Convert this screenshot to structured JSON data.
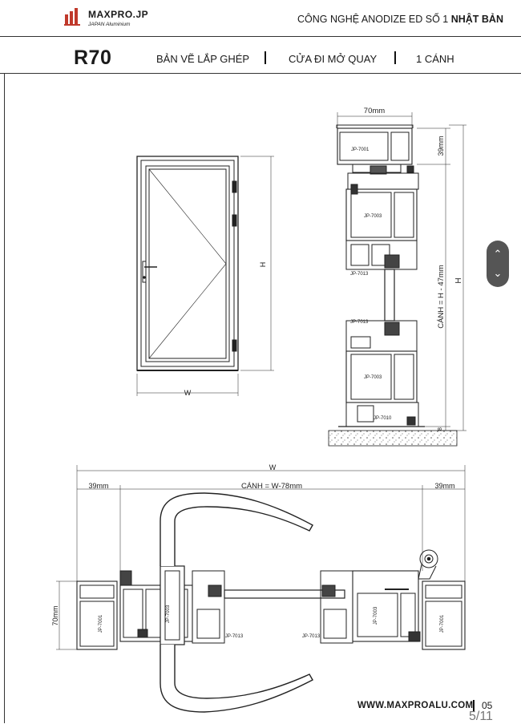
{
  "header": {
    "brand": "MAXPRO.JP",
    "brand_sub": "JAPAN Aluminium",
    "tech_prefix": "CÔNG NGHỆ ANODIZE ED SỐ 1 ",
    "tech_bold": "NHẬT BẢN",
    "model": "R70",
    "crumbs": [
      "BẢN VẼ LẮP GHÉP",
      "CỬA ĐI MỞ QUAY",
      "1 CÁNH"
    ]
  },
  "elevation": {
    "width_label": "W",
    "height_label": "H"
  },
  "vertical_section": {
    "top_dim": "70mm",
    "side_dim": "39mm",
    "leaf_dim": "CÁNH = H - 47mm",
    "height_label": "H",
    "bottom_dim": "8",
    "profiles": [
      "JP-7001",
      "JP-7003",
      "JP-7013",
      "JP-7013",
      "JP-7003",
      "JP-7010"
    ]
  },
  "horizontal_section": {
    "width_label": "W",
    "left_dim": "39mm",
    "leaf_dim": "CÁNH = W-78mm",
    "right_dim": "39mm",
    "depth_dim": "70mm",
    "profiles": [
      "JP-7001",
      "JP-7003",
      "JP-7013",
      "JP-7013",
      "JP-7003",
      "JP-7001"
    ]
  },
  "footer": {
    "website": "WWW.MAXPROALU.COM",
    "page_number": "05",
    "page_counter": "5/11"
  },
  "nav": {
    "up_glyph": "⌃",
    "down_glyph": "⌄"
  }
}
